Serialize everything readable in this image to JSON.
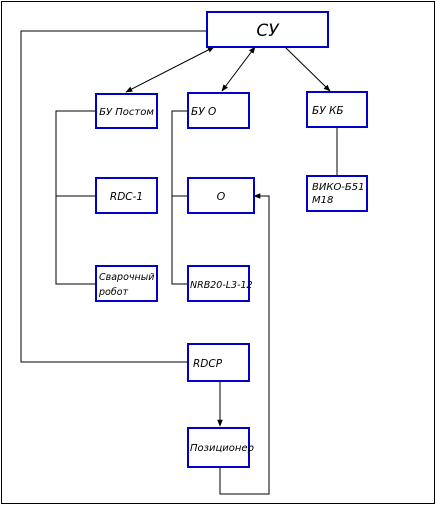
{
  "diagram": {
    "nodes": {
      "su": "СУ",
      "bu_postom": "БУ Постом",
      "bu_o": "БУ О",
      "bu_kb": "БУ КБ",
      "rdc1": "RDC-1",
      "o": "O",
      "viko": [
        "ВИКО-Б51",
        "М18"
      ],
      "welding_robot": [
        "Сварочный",
        "робот"
      ],
      "nr": "NRB20-L3-12",
      "rdcp": "RDCP",
      "positioner": "Позиционер"
    }
  }
}
